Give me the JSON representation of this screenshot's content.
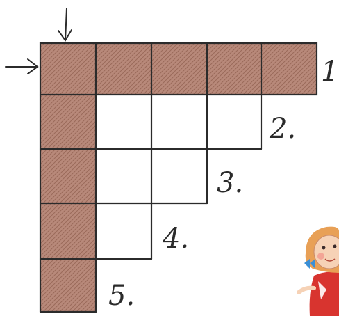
{
  "row_labels": [
    "1.",
    "2.",
    "3.",
    "4.",
    "5."
  ],
  "colors": {
    "shade": "#b58473",
    "shade_dark": "#9e6b5b",
    "line": "#2b2b2b",
    "hair": "#e8a056",
    "face": "#f6d2b6",
    "dress": "#d8342f",
    "cheek": "#f29a8f",
    "bow": "#3a8fd6"
  },
  "icons": {
    "arrow_down": "arrow-down-icon",
    "arrow_right": "arrow-right-icon",
    "girl": "girl-illustration"
  }
}
